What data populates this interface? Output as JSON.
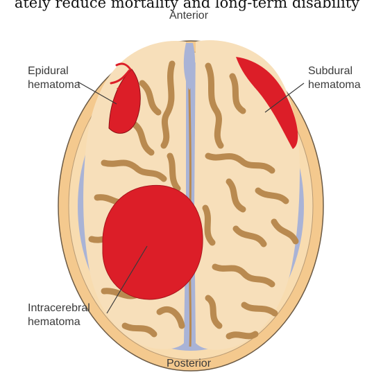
{
  "caption_fragment": "ately reduce mortality and long-term disability",
  "orientation": {
    "anterior": "Anterior",
    "posterior": "Posterior"
  },
  "labels": {
    "epidural": [
      "Epidural",
      "hematoma"
    ],
    "subdural": [
      "Subdural",
      "hematoma"
    ],
    "intracerebral": [
      "Intracerebral",
      "hematoma"
    ]
  },
  "colors": {
    "scalp": "#f4c98e",
    "skull": "#f8dcb0",
    "csf": "#a9b3d6",
    "cortex": "#f7dfba",
    "sulci": "#b98a50",
    "hematoma": "#dc1e28",
    "outline": "#6b5a45"
  }
}
